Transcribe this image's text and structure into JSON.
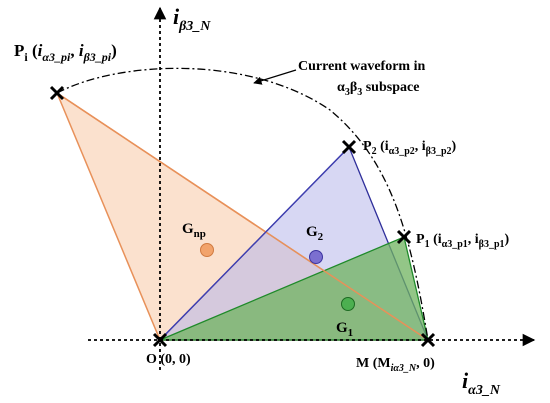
{
  "axes": {
    "y_main": "i",
    "y_sub": "β3_N",
    "x_main": "i",
    "x_sub": "α3_N"
  },
  "caption": {
    "line1": "Current waveform in",
    "line2": "α",
    "line2_sub1": "3",
    "line2_mid": "β",
    "line2_sub2": "3",
    "line2_end": " subspace"
  },
  "points": {
    "pi": {
      "name": "P",
      "name_sub": "i",
      "open": " (",
      "a": "i",
      "a_sub": "α3_pi",
      "comma": ", ",
      "b": "i",
      "b_sub": "β3_pi",
      "close": ")"
    },
    "p2": {
      "name": "P",
      "name_sub": "2",
      "open": " (i",
      "a_sub": "α3_p2",
      "comma": ", i",
      "b_sub": "β3_p2",
      "close": ")"
    },
    "p1": {
      "name": "P",
      "name_sub": "1",
      "open": " (i",
      "a_sub": "α3_p1",
      "comma": ", i",
      "b_sub": "β3_p1",
      "close": ")"
    },
    "o": {
      "text": "O (0, 0)"
    },
    "m": {
      "main": "M (M",
      "sub": "iα3_N",
      "close": ", 0)"
    }
  },
  "centroids": {
    "gnp": {
      "name": "G",
      "sub": "np",
      "color": "#f2a36b"
    },
    "g2": {
      "name": "G",
      "sub": "2",
      "color": "#7b6fd0"
    },
    "g1": {
      "name": "G",
      "sub": "1",
      "color": "#4caf50"
    }
  },
  "colors": {
    "orange_fill": "#f7c9a5",
    "orange_stroke": "#e8915a",
    "blue_fill": "#b6b6ea",
    "blue_stroke": "#2e2e9a",
    "green_fill": "#6fb35f",
    "green_stroke": "#1f8a2a"
  }
}
